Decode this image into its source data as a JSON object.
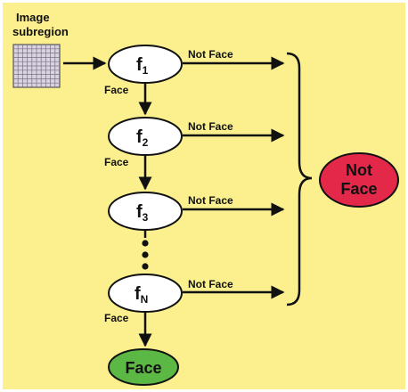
{
  "input": {
    "label_line1": "Image",
    "label_line2": "subregion"
  },
  "stages": [
    {
      "name": "f",
      "sub": "1"
    },
    {
      "name": "f",
      "sub": "2"
    },
    {
      "name": "f",
      "sub": "3"
    },
    {
      "name": "f",
      "sub": "N"
    }
  ],
  "edge_labels": {
    "reject": "Not Face",
    "pass": "Face"
  },
  "outputs": {
    "not_face_line1": "Not",
    "not_face_line2": "Face",
    "face": "Face"
  },
  "colors": {
    "background": "#fbf08d",
    "stage_fill": "#ffffff",
    "not_face_fill": "#e3284a",
    "face_fill": "#5cb845",
    "grid_fill": "#d9d2df",
    "stroke": "#111111"
  }
}
